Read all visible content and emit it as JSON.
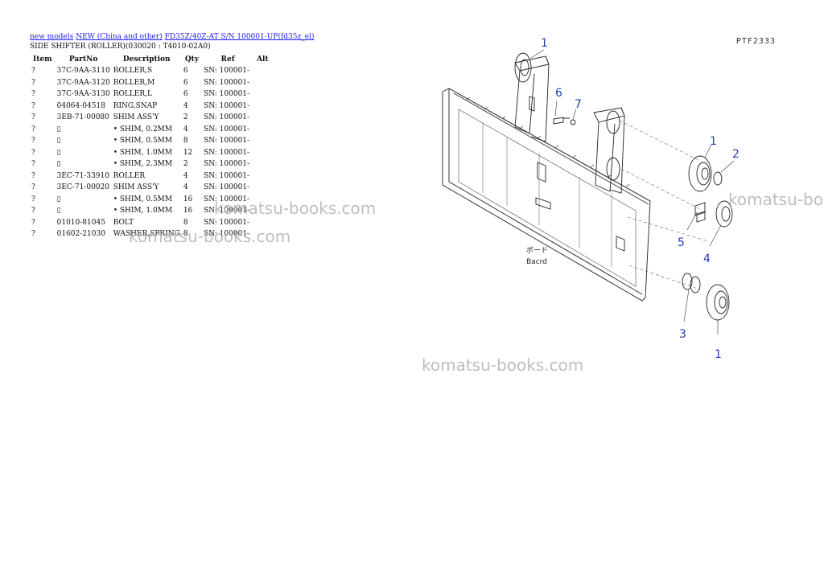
{
  "breadcrumb": {
    "link1": "new models",
    "link2": "NEW (China and other)",
    "link3": "FD35Z/40Z-AT S/N 100001-UP(fd35z_el)"
  },
  "subtitle": "SIDE SHIFTER (ROLLER)(030020 : T4010-02A0)",
  "table": {
    "headers": [
      "Item",
      "PartNo",
      "Description",
      "Qty",
      "Ref",
      "Alt"
    ],
    "rows": [
      {
        "item": "?",
        "part": "37C-9AA-3110",
        "desc": "ROLLER,S",
        "qty": "6",
        "ref": "SN: 100001-"
      },
      {
        "item": "?",
        "part": "37C-9AA-3120",
        "desc": "ROLLER,M",
        "qty": "6",
        "ref": "SN: 100001-"
      },
      {
        "item": "?",
        "part": "37C-9AA-3130",
        "desc": "ROLLER,L",
        "qty": "6",
        "ref": "SN: 100001-"
      },
      {
        "item": "?",
        "part": "04064-04518",
        "desc": "RING,SNAP",
        "qty": "4",
        "ref": "SN: 100001-"
      },
      {
        "item": "?",
        "part": "3EB-71-00080",
        "desc": "SHIM ASS'Y",
        "qty": "2",
        "ref": "SN: 100001-"
      },
      {
        "item": "?",
        "part": "▯",
        "desc": "• SHIM, 0.2MM",
        "qty": "4",
        "ref": "SN: 100001-"
      },
      {
        "item": "?",
        "part": "▯",
        "desc": "• SHIM, 0.5MM",
        "qty": "8",
        "ref": "SN: 100001-"
      },
      {
        "item": "?",
        "part": "▯",
        "desc": "• SHIM, 1.0MM",
        "qty": "12",
        "ref": "SN: 100001-"
      },
      {
        "item": "?",
        "part": "▯",
        "desc": "• SHIM, 2.3MM",
        "qty": "2",
        "ref": "SN: 100001-"
      },
      {
        "item": "?",
        "part": "3EC-71-33910",
        "desc": "ROLLER",
        "qty": "4",
        "ref": "SN: 100001-"
      },
      {
        "item": "?",
        "part": "3EC-71-00020",
        "desc": "SHIM ASS'Y",
        "qty": "4",
        "ref": "SN: 100001-"
      },
      {
        "item": "?",
        "part": "▯",
        "desc": "• SHIM, 0.5MM",
        "qty": "16",
        "ref": "SN: 100001-"
      },
      {
        "item": "?",
        "part": "▯",
        "desc": "• SHIM, 1.0MM",
        "qty": "16",
        "ref": "SN: 100001-"
      },
      {
        "item": "?",
        "part": "01010-81045",
        "desc": "BOLT",
        "qty": "8",
        "ref": "SN: 100001-"
      },
      {
        "item": "?",
        "part": "01602-21030",
        "desc": "WASHER,SPRING",
        "qty": "8",
        "ref": "SN: 100001-"
      }
    ]
  },
  "watermark": "komatsu-books.com",
  "diagram": {
    "plate_code": "PTF2333",
    "board_label_jp": "ボード",
    "board_label_en": "Bacrd",
    "callouts": [
      "1",
      "6",
      "7",
      "1",
      "2",
      "5",
      "4",
      "3",
      "1"
    ],
    "callout_color": "#1f3fb3"
  }
}
